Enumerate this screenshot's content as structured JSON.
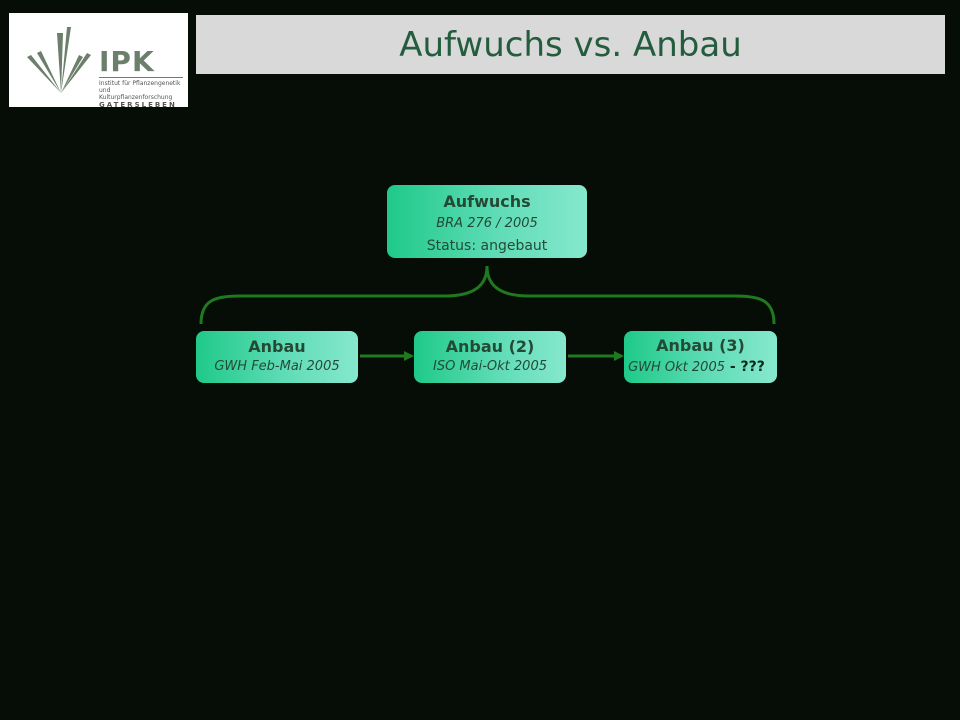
{
  "title": "Aufwuchs vs. Anbau",
  "logo": {
    "name": "IPK",
    "subtitle_line1": "Institut für Pflanzengenetik",
    "subtitle_line2": "und Kulturpflanzenforschung",
    "city": "GATERSLEBEN"
  },
  "nodes": {
    "aufwuchs": {
      "title": "Aufwuchs",
      "subtitle": "BRA 276 / 2005",
      "status": "Status: angebaut"
    },
    "anbau1": {
      "title": "Anbau",
      "subtitle": "GWH Feb-Mai 2005"
    },
    "anbau2": {
      "title": "Anbau (2)",
      "subtitle": "ISO Mai-Okt 2005"
    },
    "anbau3": {
      "title": "Anbau (3)",
      "subtitle": "GWH Okt 2005",
      "suffix": " - ???"
    }
  },
  "colors": {
    "background": "#060d06",
    "title_bar": "#d9d9d9",
    "title_text": "#245c3e",
    "node_fill": "#1fc98a",
    "connector": "#1f7a1f"
  }
}
